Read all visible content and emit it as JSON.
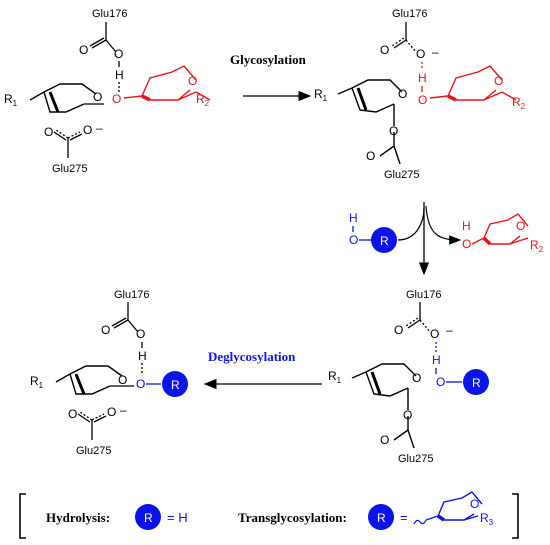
{
  "colors": {
    "black": "#000000",
    "red": "#e8141b",
    "blue": "#0a14e6",
    "circle": "#0a14e6"
  },
  "text": {
    "glu176": "Glu176",
    "glu275": "Glu275",
    "h": "H",
    "o": "O",
    "minus": "–",
    "r": "R",
    "r1": "R",
    "r1_sub": "1",
    "r2": "R",
    "r2_sub": "2",
    "r3": "R",
    "r3_sub": "3",
    "glycosylation": "Glycosylation",
    "deglycosylation": "Deglycosylation",
    "hydrolysis": "Hydrolysis:",
    "transglycosylation": "Transglycosylation:",
    "eq_h": "= H",
    "eq": "="
  }
}
